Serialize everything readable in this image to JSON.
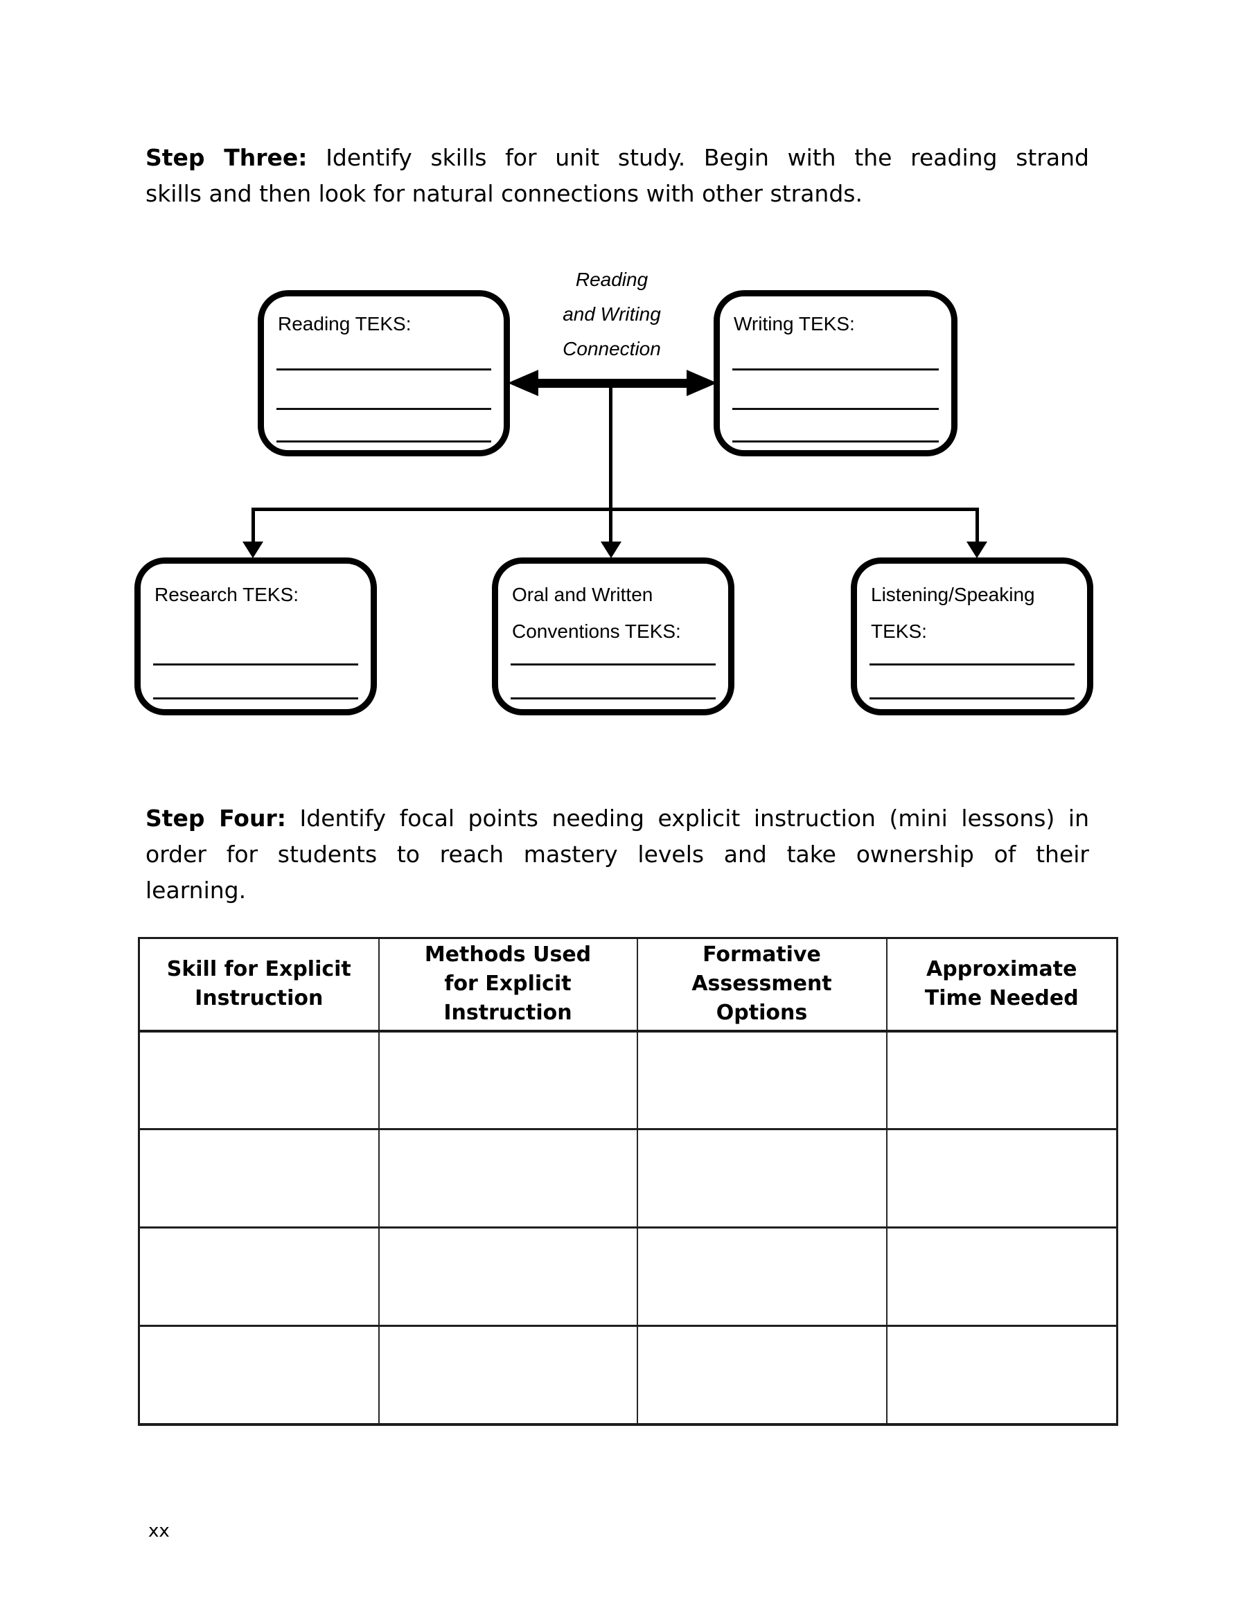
{
  "colors": {
    "ink": "#000000",
    "paper": "#ffffff"
  },
  "step_three": {
    "label": "Step Three:",
    "line1_rest": "Identify skills for unit study. Begin with the reading strand",
    "line2": "skills and then look for natural connections with other strands."
  },
  "diagram": {
    "connection_label": {
      "line1": "Reading",
      "line2": "and Writing",
      "line3": "Connection"
    },
    "reading_box": {
      "label": "Reading TEKS:"
    },
    "writing_box": {
      "label": "Writing TEKS:"
    },
    "research_box": {
      "label": "Research TEKS:"
    },
    "oral_box": {
      "label_line1": "Oral and Written",
      "label_line2": "Conventions TEKS:"
    },
    "listening_box": {
      "label_line1": "Listening/Speaking",
      "label_line2": "TEKS:"
    }
  },
  "step_four": {
    "label": "Step Four:",
    "line1_rest": "Identify focal points needing explicit instruction (mini lessons) in",
    "line2": "order for students to reach mastery levels and take ownership of their",
    "line3": "learning."
  },
  "table": {
    "columns": [
      {
        "lines": [
          "Skill for Explicit",
          "Instruction"
        ]
      },
      {
        "lines": [
          "Methods Used",
          "for Explicit",
          "Instruction"
        ]
      },
      {
        "lines": [
          "Formative",
          "Assessment",
          "Options"
        ]
      },
      {
        "lines": [
          "Approximate",
          "Time Needed"
        ]
      }
    ],
    "body_row_count": 4
  },
  "page_number": "xx"
}
